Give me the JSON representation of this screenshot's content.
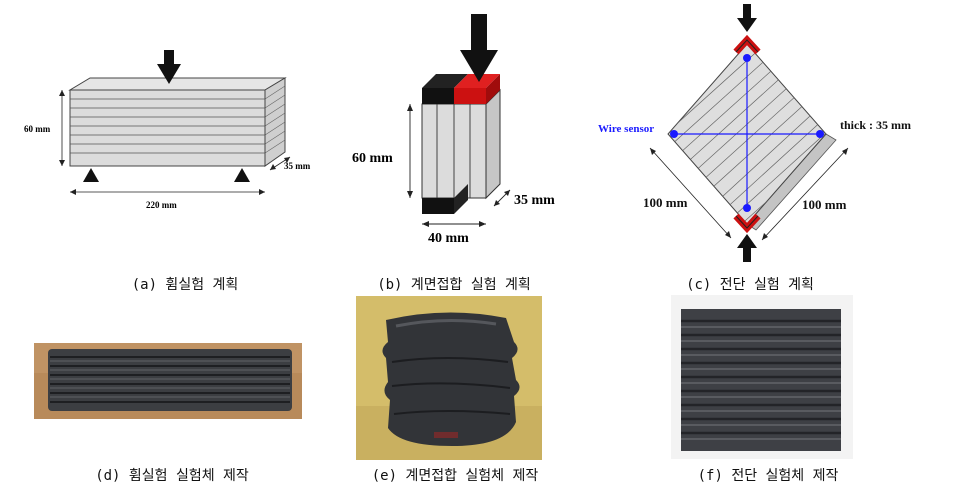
{
  "panels": {
    "a": {
      "caption": "(a) 휨실험 계획",
      "dims": {
        "height": "60 mm",
        "length": "220 mm",
        "depth": "35 mm"
      }
    },
    "b": {
      "caption": "(b) 계면접합 실험 계획",
      "dims": {
        "height": "60 mm",
        "depth": "35 mm",
        "width": "40 mm"
      }
    },
    "c": {
      "caption": "(c) 전단 실험 계획",
      "labels": {
        "wire_sensor": "Wire sensor",
        "thick": "thick : 35 mm",
        "side_left": "100 mm",
        "side_right": "100 mm"
      }
    },
    "d": {
      "caption": "(d) 휨실험 실험체 제작"
    },
    "e": {
      "caption": "(e) 계면접합 실험체 제작"
    },
    "f": {
      "caption": "(f) 전단 실험체 제작"
    }
  },
  "colors": {
    "accent_red": "#cc1111",
    "sensor_blue": "#1a1aff",
    "specimen_dark": "#3a3c40"
  }
}
